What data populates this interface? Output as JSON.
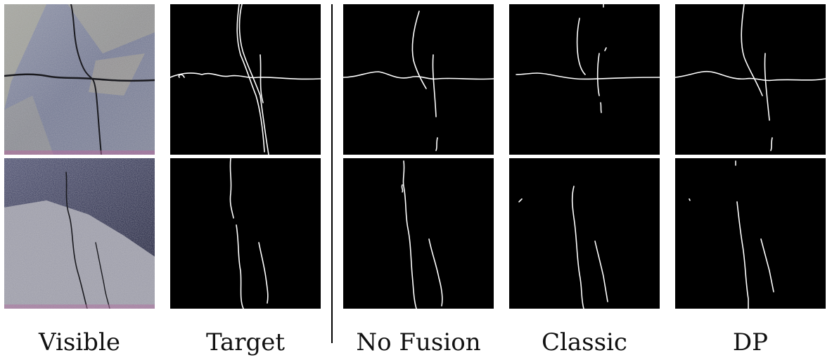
{
  "columns": [
    {
      "key": "visible",
      "label": "Visible"
    },
    {
      "key": "target",
      "label": "Target"
    },
    {
      "key": "nofusion",
      "label": "No Fusion"
    },
    {
      "key": "classic",
      "label": "Classic"
    },
    {
      "key": "dp",
      "label": "DP"
    }
  ],
  "colors": {
    "background": "#ffffff",
    "mask_background": "#000000",
    "crack_line": "#ffffff",
    "divider": "#000000"
  }
}
